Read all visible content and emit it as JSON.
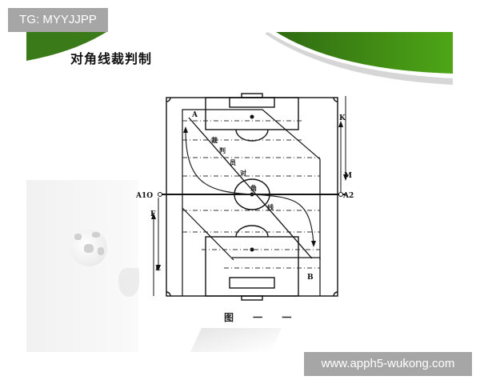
{
  "watermarks": {
    "top_left": "TG: MYYJJPP",
    "bottom_right": "www.apph5-wukong.com"
  },
  "slide": {
    "title": "对角线裁判制",
    "accent_color": "#4a9a12",
    "caption": "图 一 一"
  },
  "diagram": {
    "labels": {
      "point_a": "A",
      "point_b": "B",
      "a1": "A1O",
      "a2": "O A2",
      "k": "K",
      "m": "M",
      "f": "F",
      "e": "E"
    },
    "diagonal_text": [
      "裁",
      "判",
      "员",
      "对",
      "角",
      "线"
    ]
  }
}
